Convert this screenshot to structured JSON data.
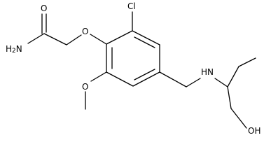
{
  "molecule": {
    "labels": {
      "amide_oxygen": "O",
      "amide_nitrogen": "H2N",
      "ether_oxygen": "O",
      "chlorine": "Cl",
      "methoxy_oxygen": "O",
      "amine": "HN",
      "hydroxyl": "OH"
    }
  }
}
